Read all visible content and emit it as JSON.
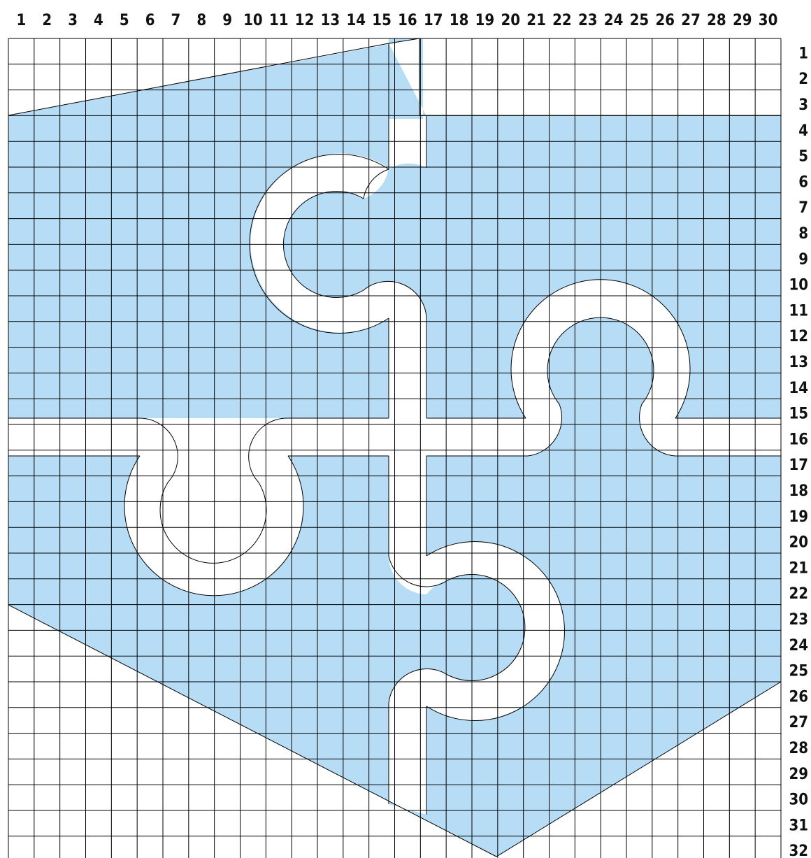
{
  "diagram": {
    "columns": [
      "1",
      "2",
      "3",
      "4",
      "5",
      "6",
      "7",
      "8",
      "9",
      "10",
      "11",
      "12",
      "13",
      "14",
      "15",
      "16",
      "17",
      "18",
      "19",
      "20",
      "21",
      "22",
      "23",
      "24",
      "25",
      "26",
      "27",
      "28",
      "29",
      "30"
    ],
    "rows": [
      "1",
      "2",
      "3",
      "4",
      "5",
      "6",
      "7",
      "8",
      "9",
      "10",
      "11",
      "12",
      "13",
      "14",
      "15",
      "16",
      "17",
      "18",
      "19",
      "20",
      "21",
      "22",
      "23",
      "24",
      "25",
      "26",
      "27",
      "28",
      "29",
      "30",
      "31",
      "32"
    ],
    "fill_color": "#b7dcf5",
    "line_color": "#000000",
    "background": "#ffffff"
  }
}
